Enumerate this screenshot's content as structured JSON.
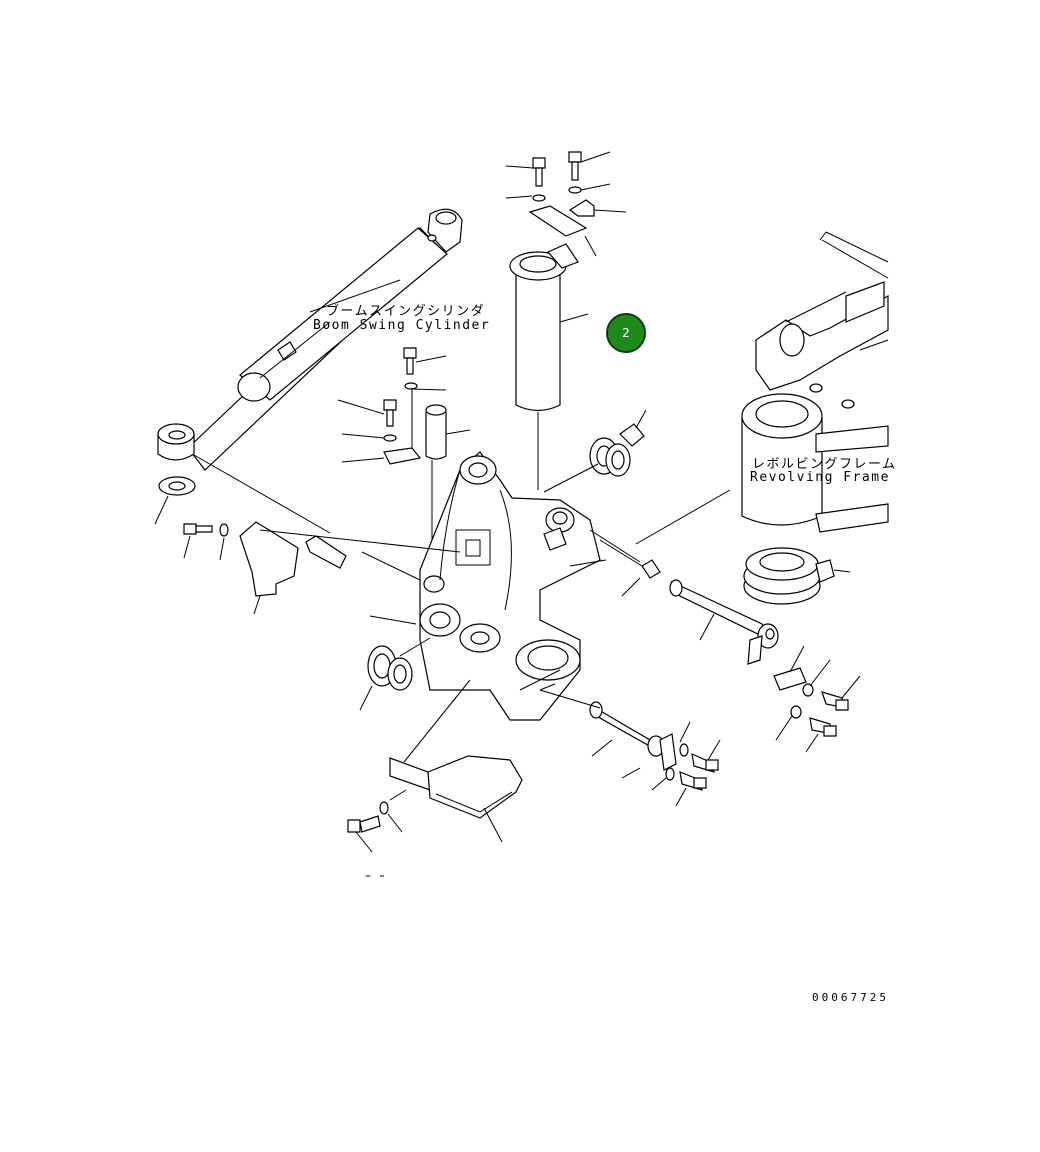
{
  "labels": {
    "boom_swing_cylinder_jp": "ブームスイングシリンダ",
    "boom_swing_cylinder_en": "Boom Swing Cylinder",
    "revolving_frame_jp": "レボルビングフレーム",
    "revolving_frame_en": "Revolving Frame"
  },
  "callout": {
    "number": "2",
    "color": "#1e8a1e"
  },
  "drawing_id": "00067725"
}
